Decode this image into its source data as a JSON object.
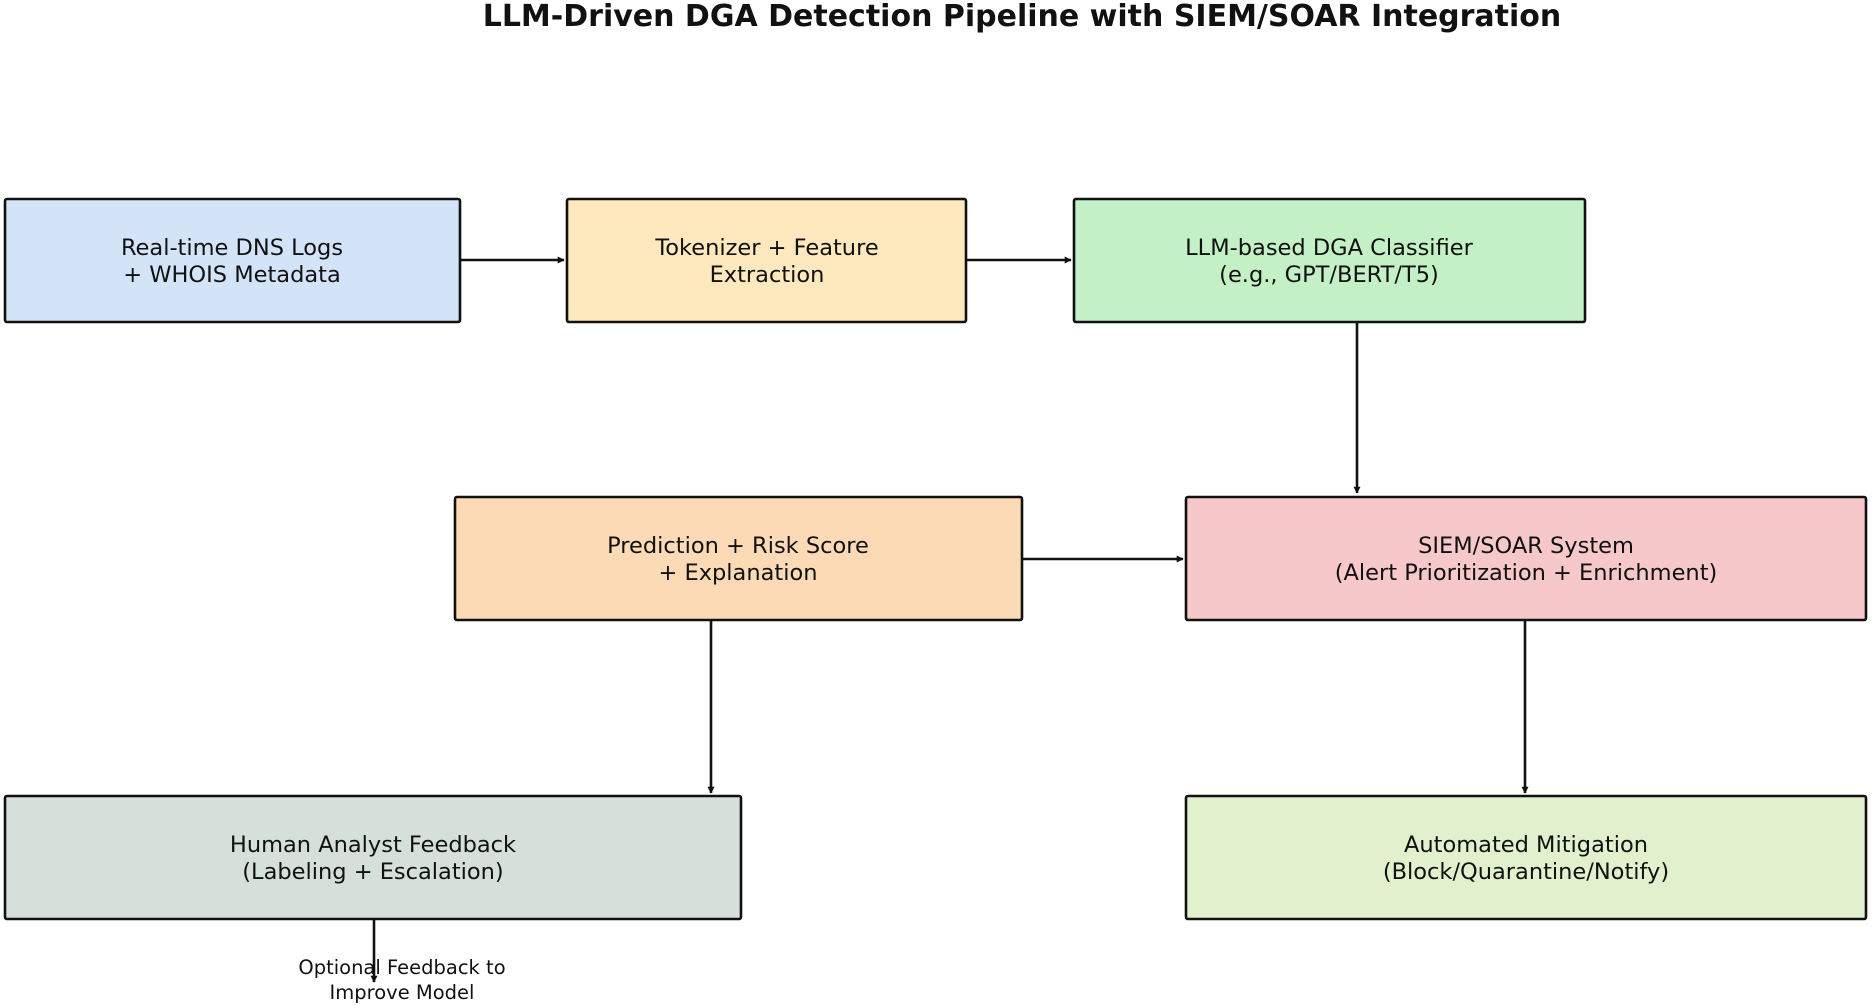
{
  "title": "LLM-Driven DGA Detection Pipeline with SIEM/SOAR Integration",
  "nodes": {
    "dns_logs": {
      "line1": "Real-time DNS Logs",
      "line2": "+ WHOIS Metadata",
      "fill": "#d3e3f8"
    },
    "tokenizer": {
      "line1": "Tokenizer + Feature",
      "line2": "Extraction",
      "fill": "#fde9bd"
    },
    "classifier": {
      "line1": "LLM-based DGA Classifier",
      "line2": "(e.g., GPT/BERT/T5)",
      "fill": "#c4f0c6"
    },
    "prediction": {
      "line1": "Prediction + Risk Score",
      "line2": "+ Explanation",
      "fill": "#fcdab6"
    },
    "siem": {
      "line1": "SIEM/SOAR System",
      "line2": "(Alert Prioritization + Enrichment)",
      "fill": "#f6c8ca"
    },
    "feedback": {
      "line1": "Human Analyst Feedback",
      "line2": "(Labeling + Escalation)",
      "fill": "#d6e0da"
    },
    "mitigation": {
      "line1": "Automated Mitigation",
      "line2": "(Block/Quarantine/Notify)",
      "fill": "#e1f0cd"
    }
  },
  "note": {
    "line1": "Optional Feedback to",
    "line2": "Improve Model"
  },
  "edges": [
    {
      "from": "dns_logs",
      "to": "tokenizer"
    },
    {
      "from": "tokenizer",
      "to": "classifier"
    },
    {
      "from": "classifier",
      "to": "siem"
    },
    {
      "from": "prediction",
      "to": "siem"
    },
    {
      "from": "prediction",
      "to": "feedback"
    },
    {
      "from": "siem",
      "to": "mitigation"
    },
    {
      "from": "feedback",
      "to": "note"
    }
  ],
  "edge_color": "#111111"
}
